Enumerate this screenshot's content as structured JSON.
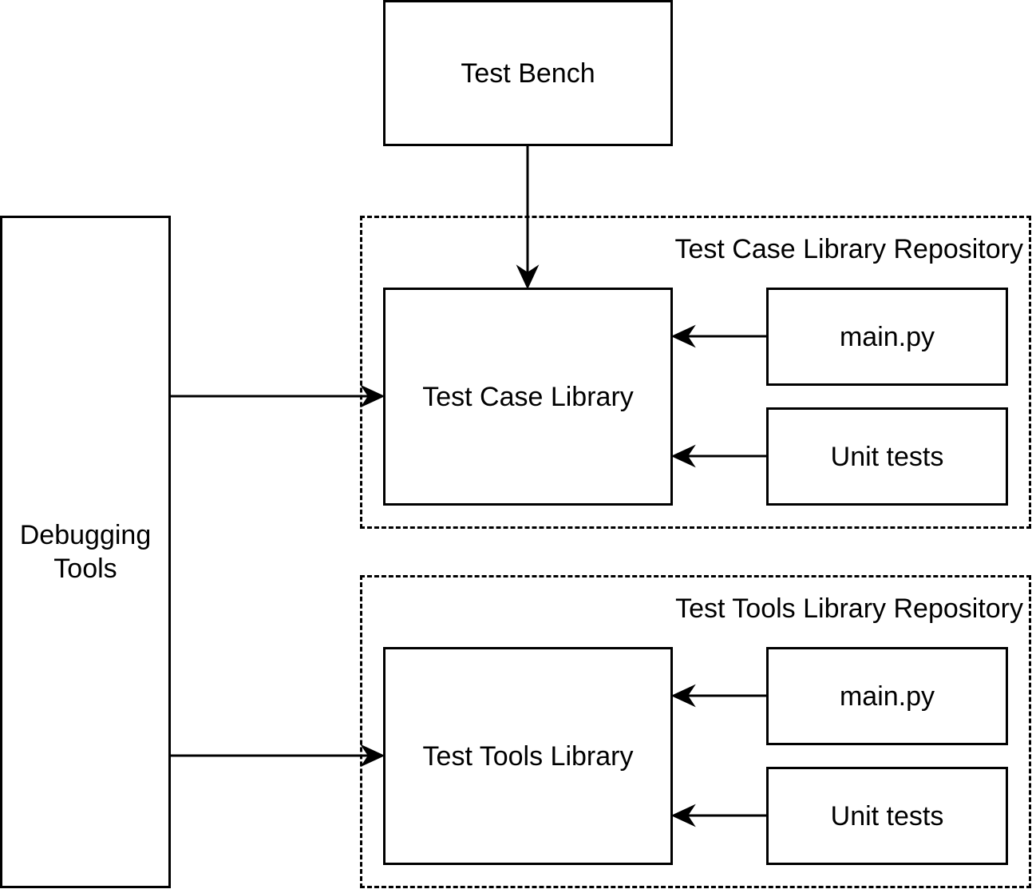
{
  "nodes": {
    "test_bench": "Test Bench",
    "debugging_tools": "Debugging\nTools",
    "test_case_library": "Test Case Library",
    "test_tools_library": "Test Tools Library",
    "case_main_py": "main.py",
    "case_unit_tests": "Unit tests",
    "tools_main_py": "main.py",
    "tools_unit_tests": "Unit tests"
  },
  "groups": {
    "test_case_repo": "Test Case Library Repository",
    "test_tools_repo": "Test Tools Library Repository"
  },
  "edges": [
    {
      "from": "test_bench",
      "to": "test_case_library"
    },
    {
      "from": "debugging_tools",
      "to": "test_case_library"
    },
    {
      "from": "debugging_tools",
      "to": "test_tools_library"
    },
    {
      "from": "case_main_py",
      "to": "test_case_library"
    },
    {
      "from": "case_unit_tests",
      "to": "test_case_library"
    },
    {
      "from": "tools_main_py",
      "to": "test_tools_library"
    },
    {
      "from": "tools_unit_tests",
      "to": "test_tools_library"
    }
  ]
}
